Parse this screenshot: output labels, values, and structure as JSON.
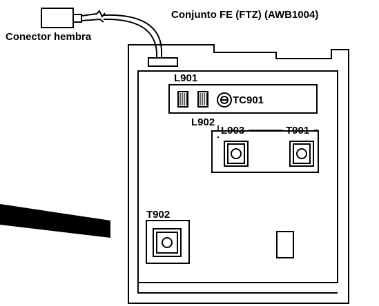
{
  "labels": {
    "assembly": "Conjunto FE (FTZ) (AWB1004)",
    "connector": "Conector hembra",
    "l901": "L901",
    "l902": "L902",
    "l903": "L903",
    "t901": "T901",
    "t902": "T902",
    "tc901": "TC901"
  },
  "colors": {
    "ink": "#000000",
    "paper": "#ffffff"
  }
}
